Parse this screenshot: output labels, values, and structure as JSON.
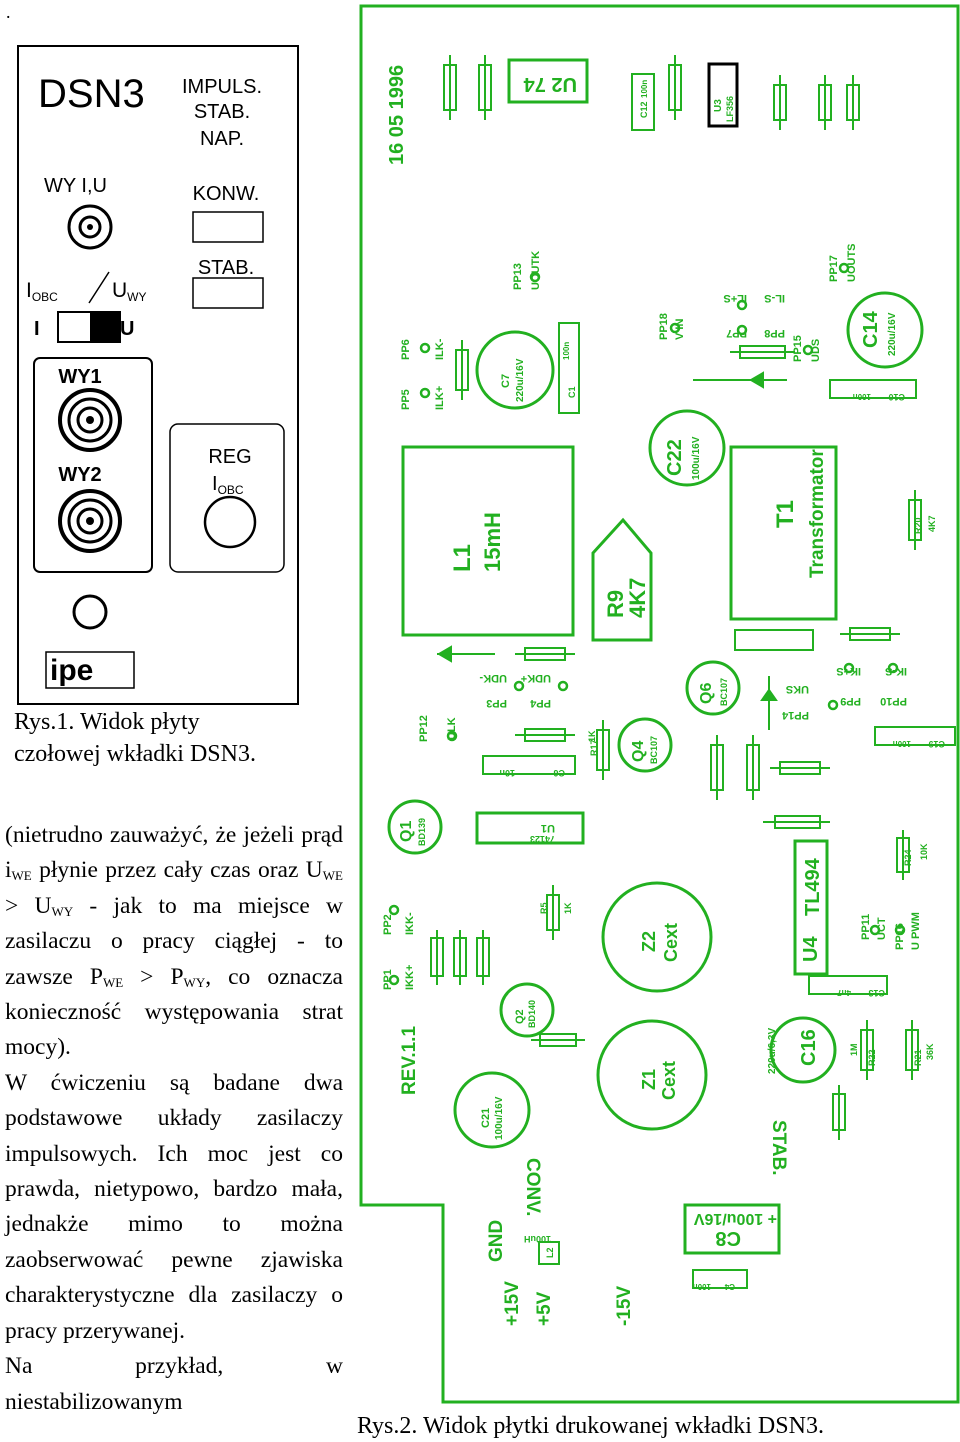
{
  "top_mark": ".",
  "panel": {
    "title": "DSN3",
    "mode_lines": [
      "IMPULS.",
      "STAB.",
      "NAP."
    ],
    "output_label": "WY  I,U",
    "konw_label": "KONW.",
    "stab_label": "STAB.",
    "switch_left_main": "I",
    "switch_left_sub": "OBC",
    "switch_right_main": "U",
    "switch_right_sub": "WY",
    "switch_pos_left": "I",
    "switch_pos_right": "U",
    "wy1_label": "WY1",
    "wy2_label": "WY2",
    "reg_label": "REG",
    "reg_sub_main": "I",
    "reg_sub_sub": "OBC",
    "logo": "ipe",
    "caption_line1": "Rys.1. Widok płyty",
    "caption_line2": "czołowej wkładki DSN3."
  },
  "text": {
    "p1_a": "(nietrudno zauważyć, że jeżeli prąd i",
    "p1_s1": "WE",
    "p1_b": " płynie przez cały czas oraz U",
    "p1_s2": "WE",
    "p1_c": " > U",
    "p1_s3": "WY",
    "p1_d": " - jak to ma miejsce w zasilaczu o pracy ciągłej - to zawsze P",
    "p1_s4": "WE",
    "p1_e": " > P",
    "p1_s5": "WY",
    "p1_f": ", co oznacza konieczność występowania strat mocy).",
    "p2": "W ćwiczeniu są badane dwa podstawowe układy zasilaczy impulsowych. Ich moc  jest co prawda, nietypowo, bardzo mała, jednakże mimo to można zaobserwować pewne zjawiska charakterystyczne dla zasilaczy o pracy przerywanej.",
    "p3_line": "Na przykład, w",
    "p3_end": "niestabilizowanym"
  },
  "pcb": {
    "caption": "Rys.2. Widok płytki drukowanej wkładki DSN3.",
    "date": "16 05 1996",
    "rev": "REV.1.1",
    "conv": "CONV.",
    "stab": "STAB.",
    "gnd": "GND",
    "p15": "+15V",
    "p5": "+5V",
    "m15": "-15V",
    "l1": "L1",
    "l1v": "15mH",
    "t1": "T1",
    "t1v": "Transformator",
    "r9": "R9",
    "r9v": "4K7",
    "c22": "C22",
    "c22v": "100u/16V",
    "c14": "C14",
    "c14v": "220u/16V",
    "c7": "C7",
    "c7v": "220u/16V",
    "c8": "C8",
    "c8v": "+ 100u/16V",
    "c21": "C21",
    "c21v": "100u/16V",
    "c16": "C16",
    "c16v": "220u/6,3V",
    "u2": "U2 74",
    "u1": "U1",
    "u1v": "74123",
    "u3": "U3",
    "u3v": "LF356",
    "u4": "U4",
    "u4v": "TL494",
    "q1": "Q1",
    "q1v": "BD139",
    "q2": "Q2",
    "q2v": "BD140",
    "q4": "Q4",
    "q4v": "BC107",
    "q6": "Q6",
    "q6v": "BC107",
    "z1": "Z1",
    "z1v": "Cext",
    "z2": "Z2",
    "z2v": "Cext",
    "pp1": "PP1",
    "pp1v": "IKK+",
    "pp2": "PP2",
    "pp2v": "IKK-",
    "pp3": "PP3",
    "pp3v": "UDK-",
    "pp4": "PP4",
    "pp4v": "UDK+",
    "pp5": "PP5",
    "pp5v": "ILK+",
    "pp6": "PP6",
    "pp6v": "ILK-",
    "pp7": "PP7",
    "pp7v": "IL+S",
    "pp8": "PP8",
    "pp8v": "IL-S",
    "pp9": "PP9",
    "pp9v": "IK+S",
    "pp10": "PP10",
    "pp10v": "IK-S",
    "pp11": "PP11",
    "pp11v": "UCT",
    "pp12": "PP12",
    "pp12v": "ULK",
    "pp13": "PP13",
    "pp13v": "UOUTK",
    "pp14": "PP14",
    "pp14v": "UKS",
    "pp15": "PP15",
    "pp15v": "UDS",
    "pp16": "PP16",
    "pp16v": "U PWM",
    "pp17": "PP17",
    "pp17v": "UOUTS",
    "pp18": "PP18",
    "pp18v": "V IN",
    "c1": "C1",
    "c1v": "100n",
    "c4": "C4",
    "c4v": "100n",
    "c6": "C6",
    "c6v": "10n",
    "c19": "C19",
    "c19v": "100n",
    "c10": "C10",
    "c10v": "100n",
    "c13": "C13",
    "c13v": "4n7",
    "c12": "C12",
    "c12v": "100n",
    "r5": "R5",
    "r5v": "1K",
    "r17": "R17",
    "r17v": "1K",
    "r22": "R22",
    "r22v": "1M",
    "r21": "R21",
    "r21v": "36K",
    "r24": "R24",
    "r24v": "10K",
    "r20": "R20",
    "r20v": "4K7",
    "l2": "L2",
    "l2v": "100uH"
  }
}
